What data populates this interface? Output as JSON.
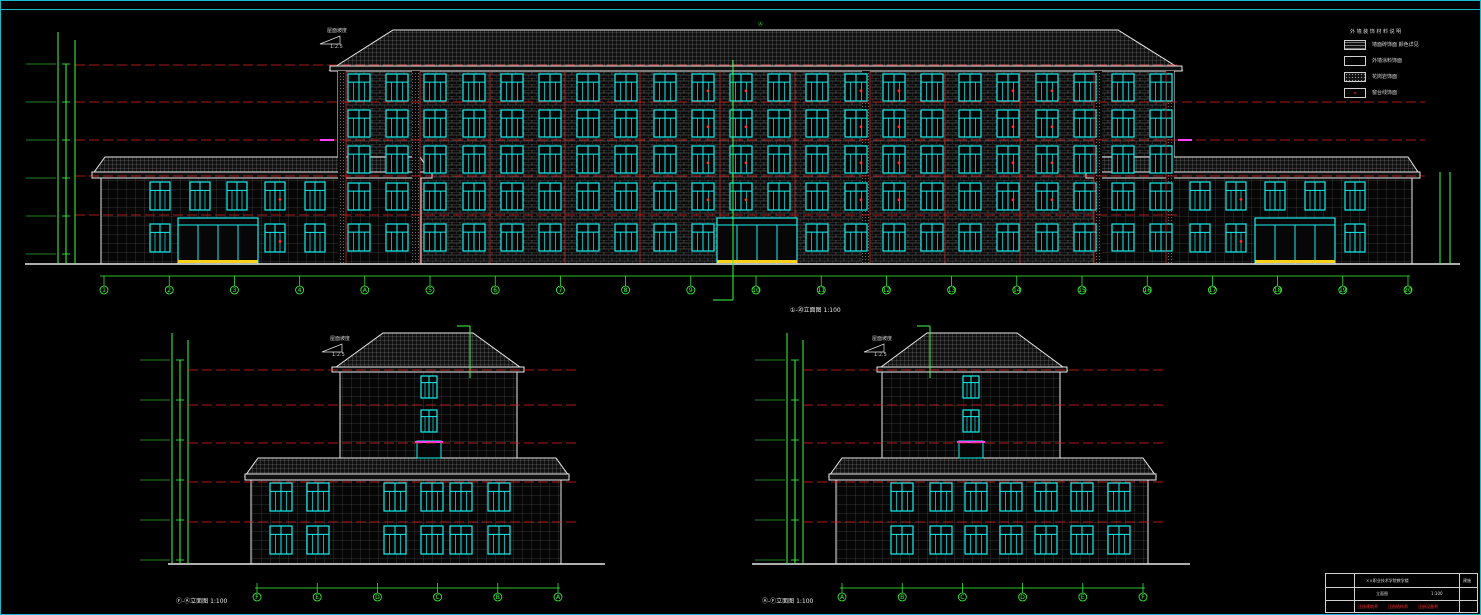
{
  "drawing": {
    "main_elevation_caption": "①-⑳立面图 1:100",
    "left_elevation_caption": "Ⓕ-Ⓐ立面图 1:100",
    "right_elevation_caption": "Ⓐ-Ⓕ立面图 1:100",
    "main_axes": [
      "1",
      "2",
      "3",
      "4",
      "A",
      "5",
      "6",
      "7",
      "8",
      "9",
      "10",
      "11",
      "12",
      "13",
      "14",
      "15",
      "16",
      "17",
      "18",
      "19",
      "20"
    ],
    "left_axes": [
      "F",
      "E",
      "D",
      "C",
      "B",
      "A"
    ],
    "right_axes": [
      "A",
      "B",
      "C",
      "D",
      "E",
      "F"
    ],
    "roof_note": "屋面坡度",
    "slope_label": "1:2.5",
    "top_marker": "Ⓐ"
  },
  "legend": {
    "title": "外 墙 装 饰 材 料 说 明",
    "items": [
      {
        "swatch": "grid",
        "label": "墙面砖饰面 颜色详见"
      },
      {
        "swatch": "plain",
        "label": "外墙涂料饰面"
      },
      {
        "swatch": "dots",
        "label": "花岗岩饰面"
      },
      {
        "swatch": "reddot",
        "label": "窗台线饰面"
      }
    ]
  },
  "titleblock": {
    "project": "××职业技术学院教学楼",
    "drawing_name": "立面图",
    "scale": "1:100",
    "sheet": "建施",
    "stamps": [
      "注册建筑师",
      "注册结构师",
      "注册设备师"
    ]
  },
  "colors": {
    "frame": "#1fb8c7",
    "grid_axis": "#3cff3c",
    "window": "#16f0f0",
    "floor_line": "#e02020",
    "outline": "#e8e8e8",
    "accent": "#ff40ff",
    "door_sill": "#ffd11a"
  }
}
